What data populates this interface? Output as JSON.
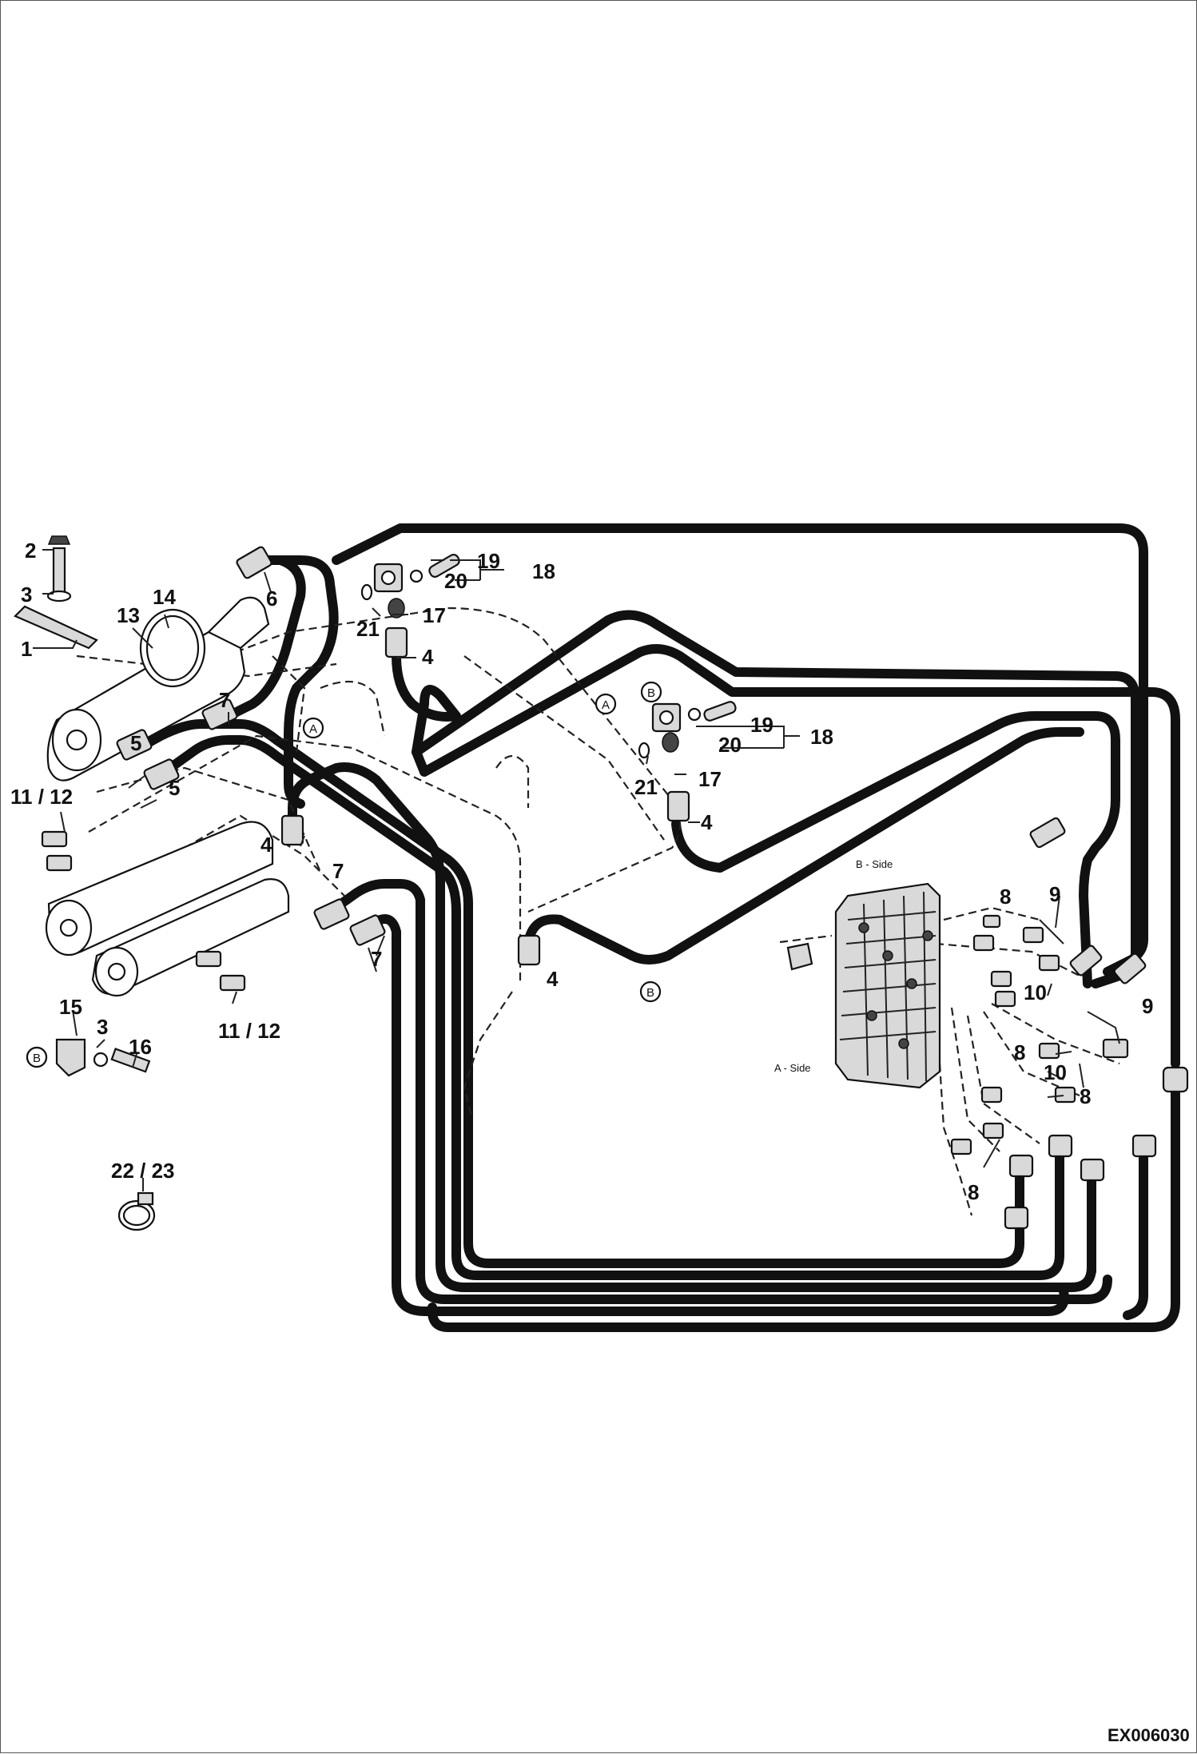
{
  "diagram": {
    "figure_ref": "EX006030",
    "callouts": {
      "c1": "1",
      "c2": "2",
      "c3": "3",
      "c3b": "3",
      "c4a": "4",
      "c4b": "4",
      "c4c": "4",
      "c4d": "4",
      "c5a": "5",
      "c5b": "5",
      "c6": "6",
      "c7a": "7",
      "c7b": "7",
      "c7c": "7",
      "c8a": "8",
      "c8b": "8",
      "c8c": "8",
      "c8d": "8",
      "c9a": "9",
      "c9b": "9",
      "c10a": "10",
      "c10b": "10",
      "c1112a": "11 / 12",
      "c1112b": "11 / 12",
      "c13": "13",
      "c14": "14",
      "c15": "15",
      "c16": "16",
      "c17a": "17",
      "c17b": "17",
      "c18a": "18",
      "c18b": "18",
      "c19a": "19",
      "c19b": "19",
      "c20a": "20",
      "c20b": "20",
      "c21a": "21",
      "c21b": "21",
      "c2223": "22 / 23"
    },
    "markers": {
      "A1": "A",
      "A2": "A",
      "B1": "B",
      "B2": "B",
      "B3": "B"
    },
    "side_labels": {
      "b_side": "B - Side",
      "a_side": "A - Side"
    }
  }
}
